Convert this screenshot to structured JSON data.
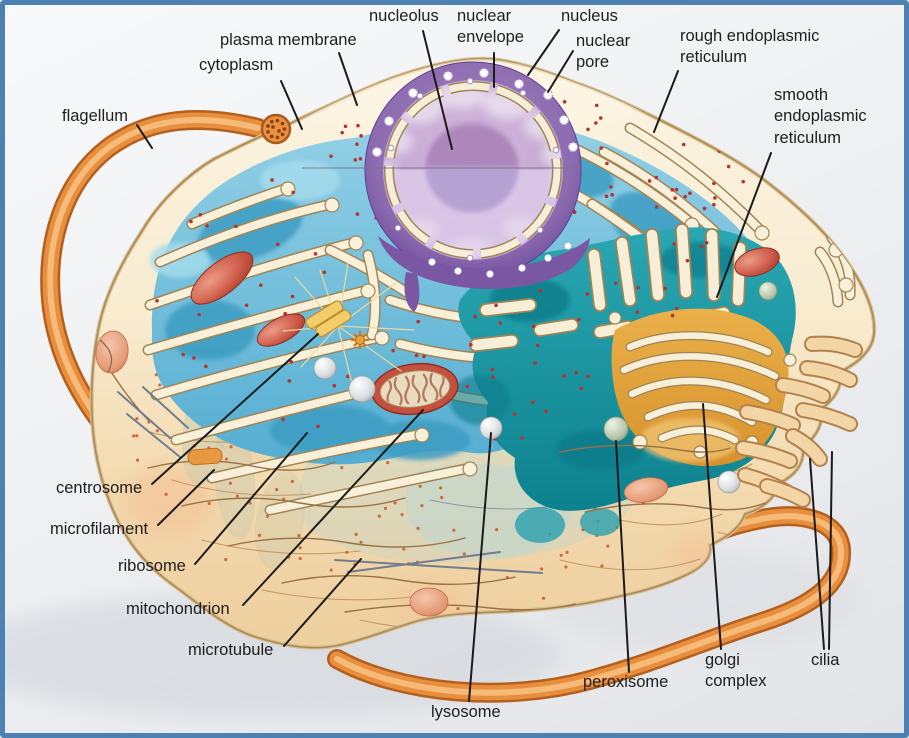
{
  "figure": {
    "subject": "animal cell anatomy diagram",
    "style": "cutaway illustration"
  },
  "colors": {
    "frame": "#4d80b3",
    "background": "#eef0f2",
    "cell_body_top": "#faf3e1",
    "cell_body_bottom": "#efd1a3",
    "membrane": "#a98a58",
    "er_blue": "#62b7d8",
    "er_membrane_cream": "#f8f0d8",
    "smooth_er_teal": "#1696a4",
    "nuclear_envelope_purple": "#7c5ea6",
    "nucleoplasm": "#cbadd4",
    "nucleolus": "#ab82b8",
    "golgi_amber": "#e2a23c",
    "flagellum_orange": "#e88f3f",
    "mitochondrion_red": "#c5503f",
    "ribosome_dot_red": "#b5342b",
    "label_text": "#1e1e1e",
    "leader_line": "#1b1b1b"
  },
  "labels": {
    "nucleolus": "nucleolus",
    "nuclear_envelope": "nuclear envelope",
    "nucleus": "nucleus",
    "nuclear_pore": "nuclear pore",
    "rough_er": "rough endoplasmic reticulum",
    "smooth_er": "smooth endoplasmic reticulum",
    "plasma_membrane": "plasma membrane",
    "cytoplasm": "cytoplasm",
    "flagellum": "flagellum",
    "centrosome": "centrosome",
    "microfilament": "microfilament",
    "ribosome": "ribosome",
    "mitochondrion": "mitochondrion",
    "microtubule": "microtubule",
    "lysosome": "lysosome",
    "peroxisome": "peroxisome",
    "golgi_complex": "golgi complex",
    "cilia": "cilia"
  }
}
